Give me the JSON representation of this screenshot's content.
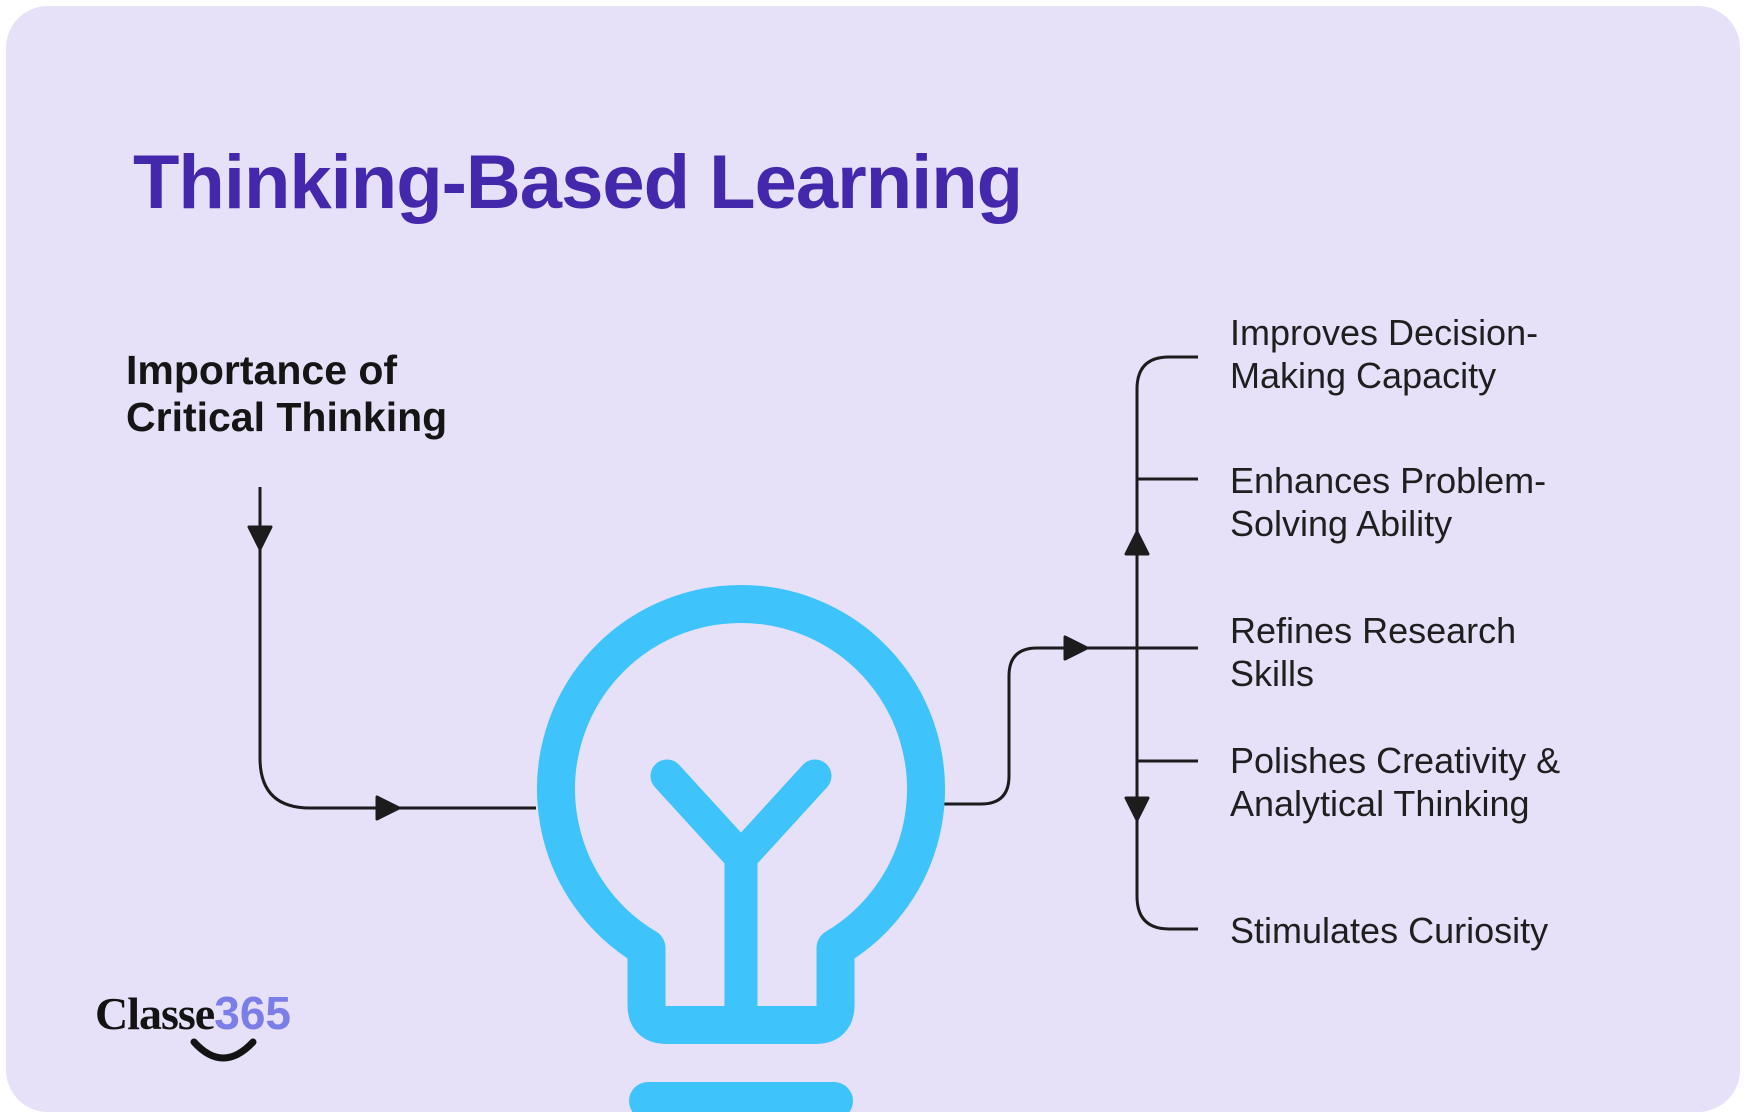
{
  "title": "Thinking-Based Learning",
  "source_label": {
    "line1": "Importance of",
    "line2": "Critical Thinking"
  },
  "center": {
    "icon": "lightbulb-icon"
  },
  "benefits": [
    {
      "line1": "Improves Decision-",
      "line2": "Making Capacity"
    },
    {
      "line1": "Enhances Problem-",
      "line2": "Solving Ability"
    },
    {
      "line1": "Refines Research",
      "line2": "Skills"
    },
    {
      "line1": "Polishes Creativity &",
      "line2": "Analytical Thinking"
    },
    {
      "line1": "Stimulates Curiosity",
      "line2": ""
    }
  ],
  "logo": {
    "brand_word": "Classe",
    "brand_number": "365"
  },
  "colors": {
    "panel_background": "#E6E1F8",
    "page_background": "#ffffff",
    "title_purple": "#4428AC",
    "body_text": "#1f1f1f",
    "connector_black": "#1c1c1c",
    "bulb_cyan": "#3EC4FA",
    "logo_black": "#131313",
    "logo_purple": "#7B7EE6"
  }
}
